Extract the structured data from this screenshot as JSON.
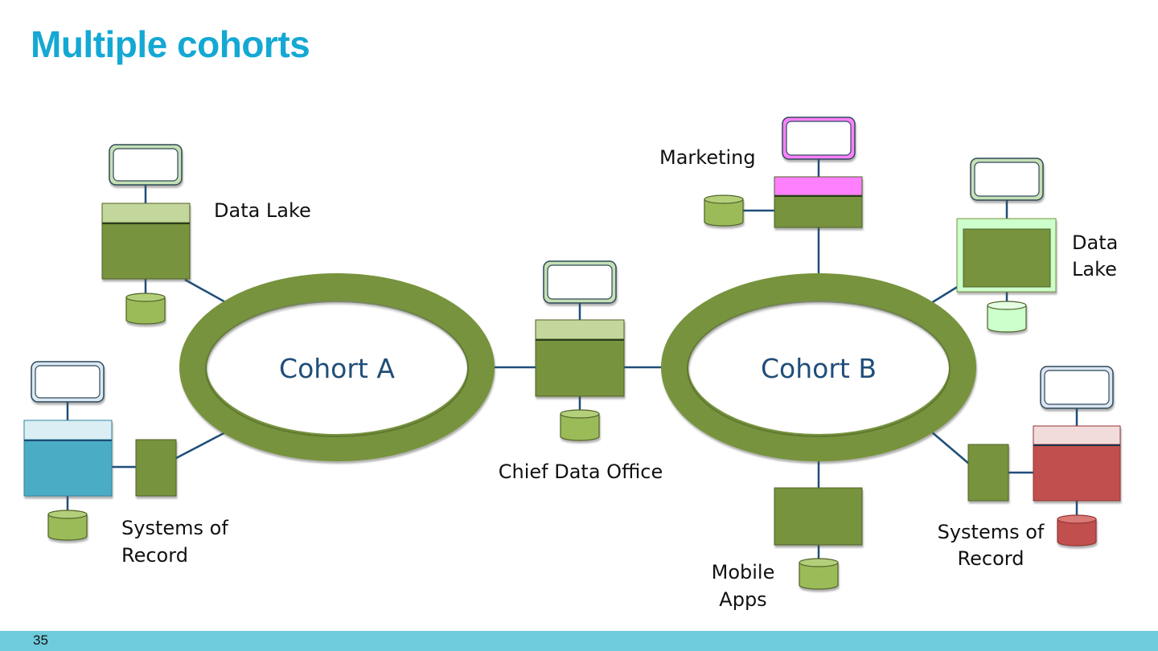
{
  "slide": {
    "title": "Multiple cohorts",
    "page_number": "35"
  },
  "colors": {
    "title": "#14a8d4",
    "ring_green": "#77933c",
    "connector": "#1f4e79",
    "cohort_text": "#1f4e79",
    "marketing_pink": "#ff80ff",
    "sor_blue": "#4bacc6",
    "sor_red": "#c0504d",
    "lake_mint": "#ccffcc",
    "footer": "#6ecbdc"
  },
  "cohorts": [
    {
      "label": "Cohort A"
    },
    {
      "label": "Cohort B"
    }
  ],
  "nodes": {
    "data_lake_a": [
      "Data Lake"
    ],
    "systems_of_record_a": [
      "Systems of",
      "Record"
    ],
    "chief_data_office": [
      "Chief Data Office"
    ],
    "marketing": [
      "Marketing"
    ],
    "data_lake_b": [
      "Data",
      "Lake"
    ],
    "systems_of_record_b": [
      "Systems of",
      "Record"
    ],
    "mobile_apps": [
      "Mobile",
      "Apps"
    ]
  }
}
